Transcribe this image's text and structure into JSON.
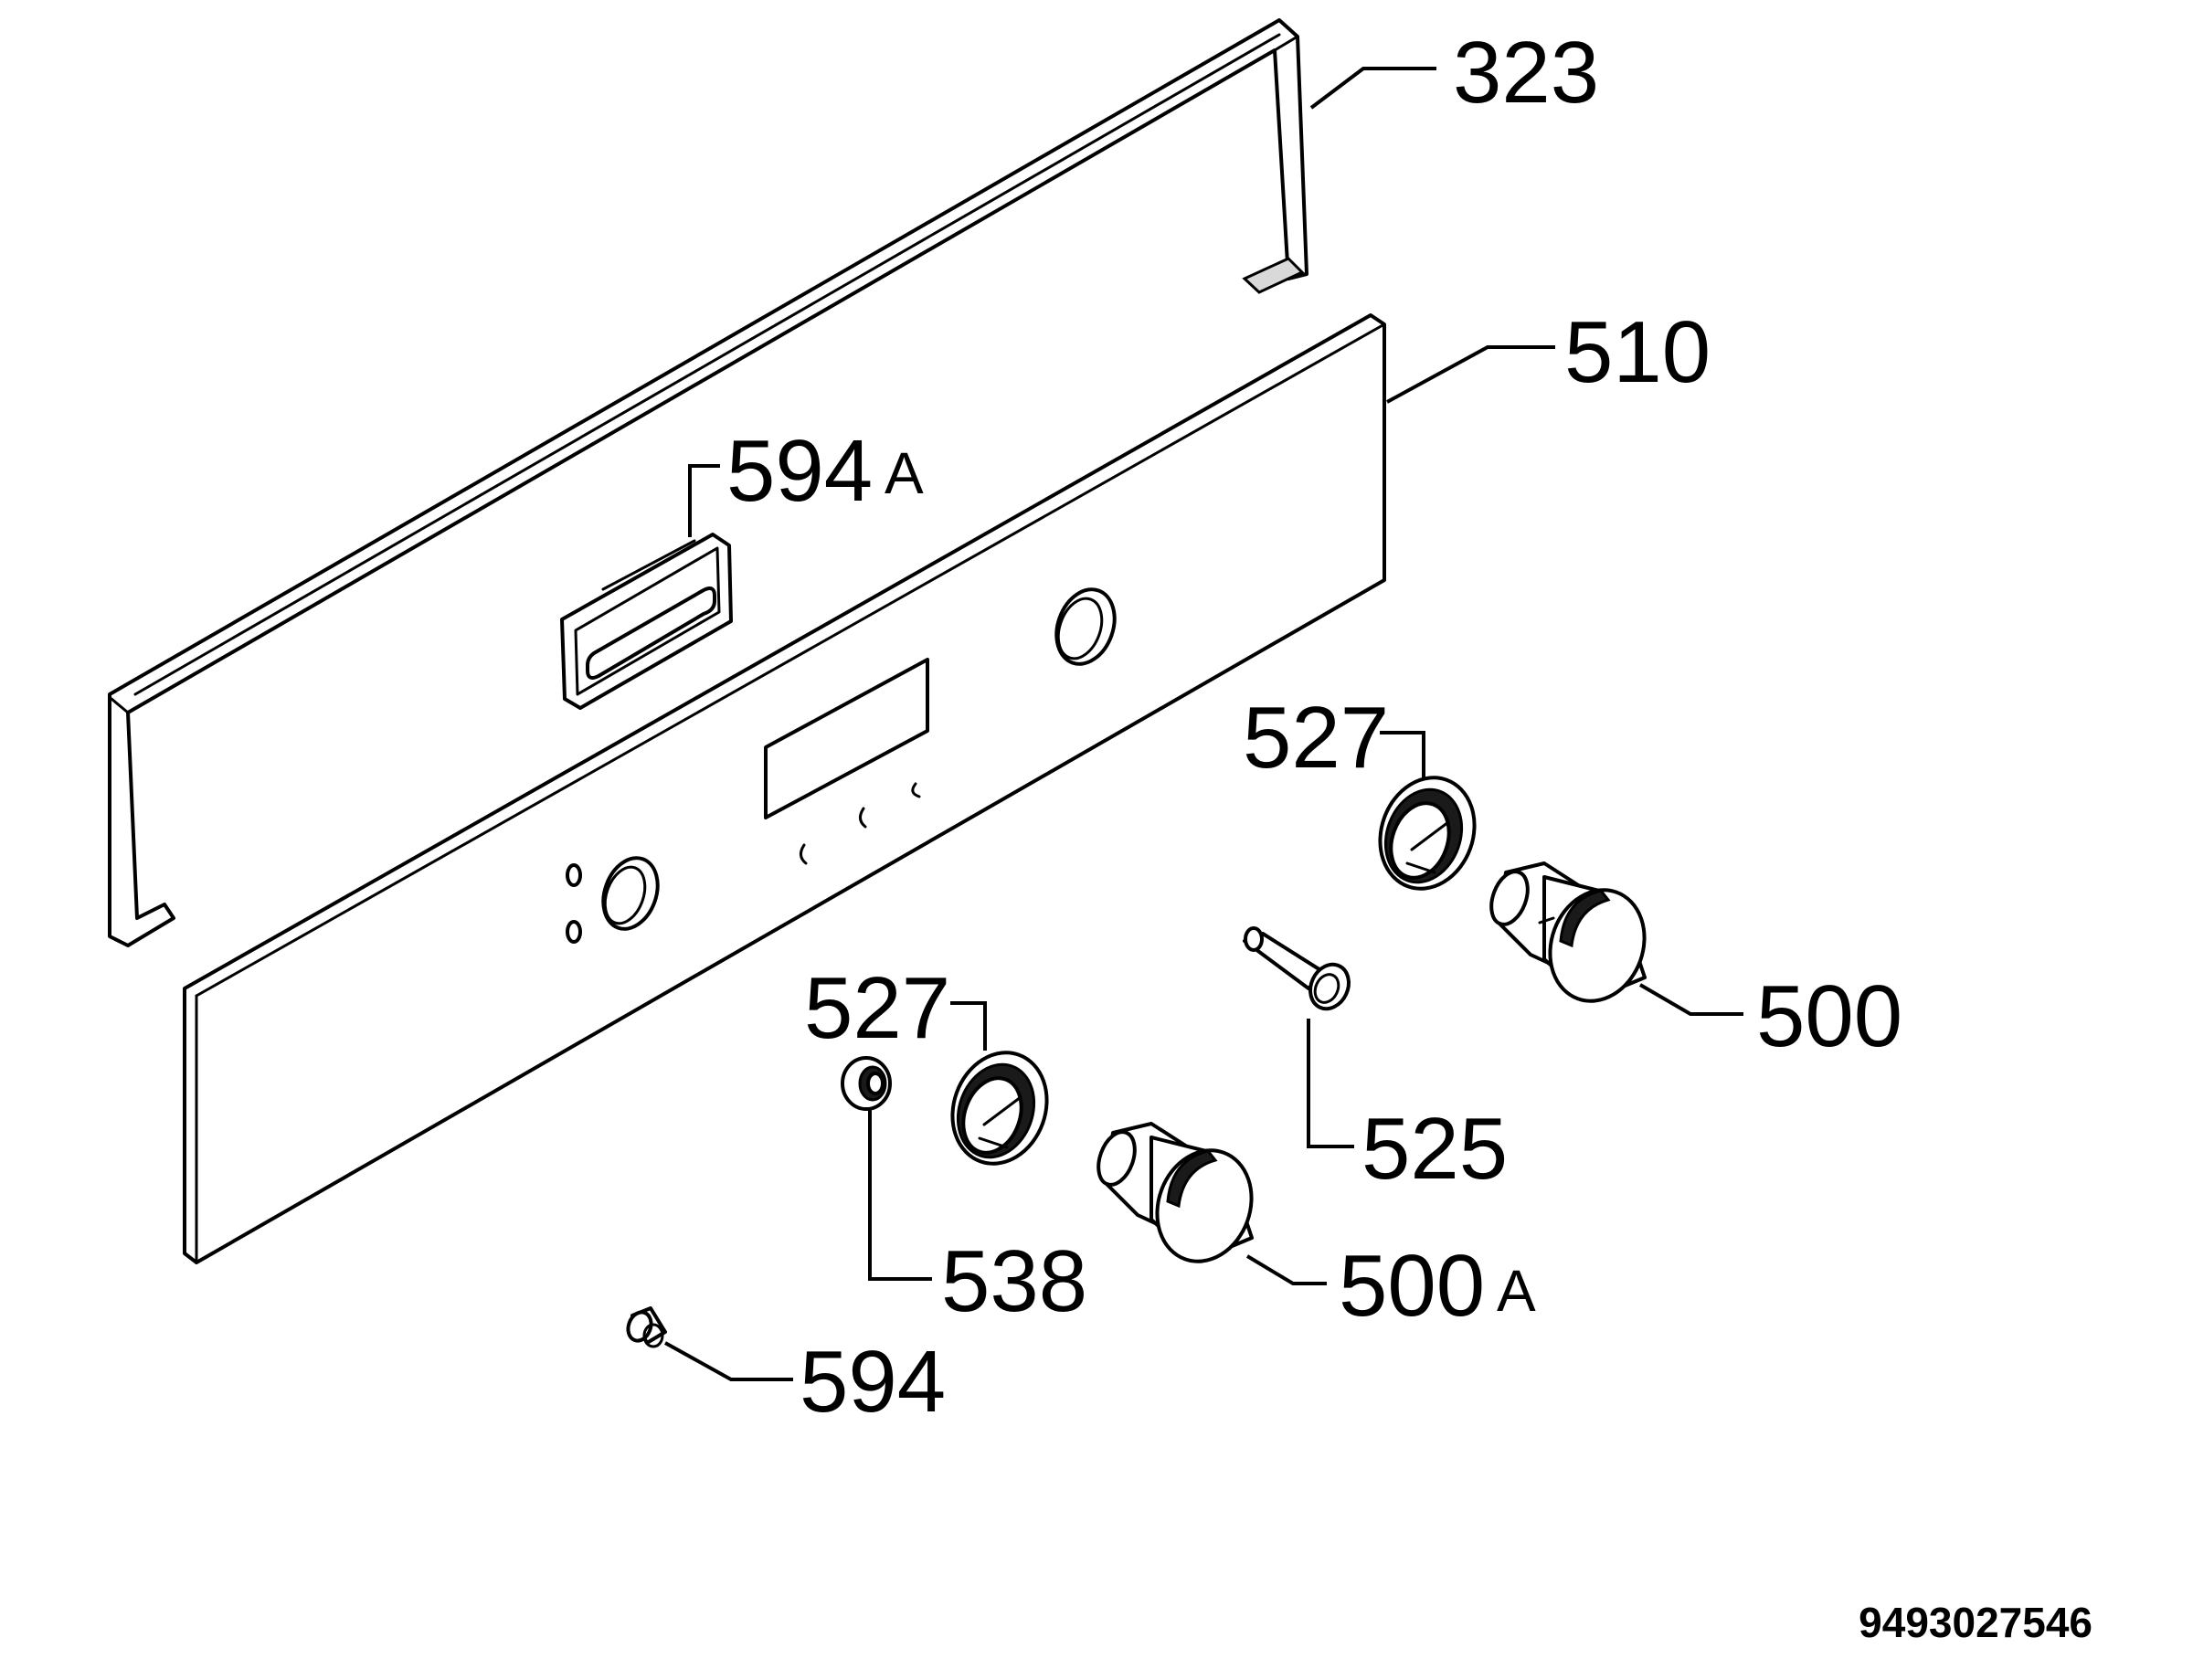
{
  "diagram": {
    "type": "exploded parts diagram",
    "callouts": [
      {
        "id": "frame",
        "part": "323",
        "suffix": ""
      },
      {
        "id": "panel",
        "part": "510",
        "suffix": ""
      },
      {
        "id": "bracket",
        "part": "594",
        "suffix": "A"
      },
      {
        "id": "ring-upper",
        "part": "527",
        "suffix": ""
      },
      {
        "id": "ring-lower",
        "part": "527",
        "suffix": ""
      },
      {
        "id": "knob-right",
        "part": "500",
        "suffix": ""
      },
      {
        "id": "spindle",
        "part": "525",
        "suffix": ""
      },
      {
        "id": "bushing",
        "part": "538",
        "suffix": ""
      },
      {
        "id": "knob-left",
        "part": "500",
        "suffix": "A"
      },
      {
        "id": "cap",
        "part": "594",
        "suffix": ""
      }
    ],
    "document_number": "9493027546"
  },
  "colors": {
    "line": "#000000",
    "background": "#ffffff",
    "shade": "#d9d9d9"
  }
}
